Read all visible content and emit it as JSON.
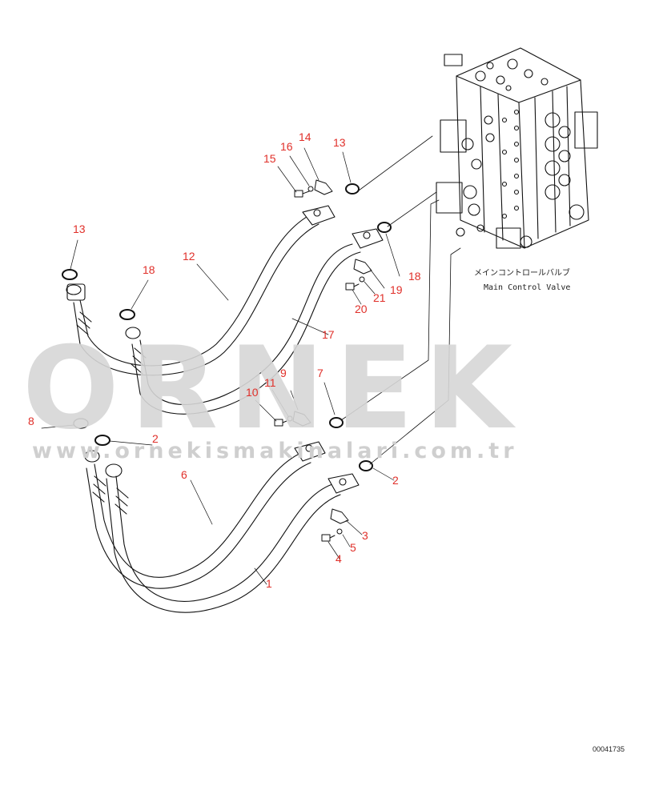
{
  "watermark": {
    "brand": "ORNEK",
    "site": "www.ornekismakinalari.com.tr"
  },
  "caption": {
    "japanese": "メインコントロールバルブ",
    "english": "Main Control Valve"
  },
  "drawing_number": "00041735",
  "callouts": [
    "13",
    "18",
    "12",
    "17",
    "16",
    "15",
    "14",
    "13",
    "18",
    "19",
    "21",
    "20",
    "7",
    "11",
    "10",
    "9",
    "8",
    "2",
    "6",
    "1",
    "3",
    "5",
    "4",
    "2"
  ]
}
